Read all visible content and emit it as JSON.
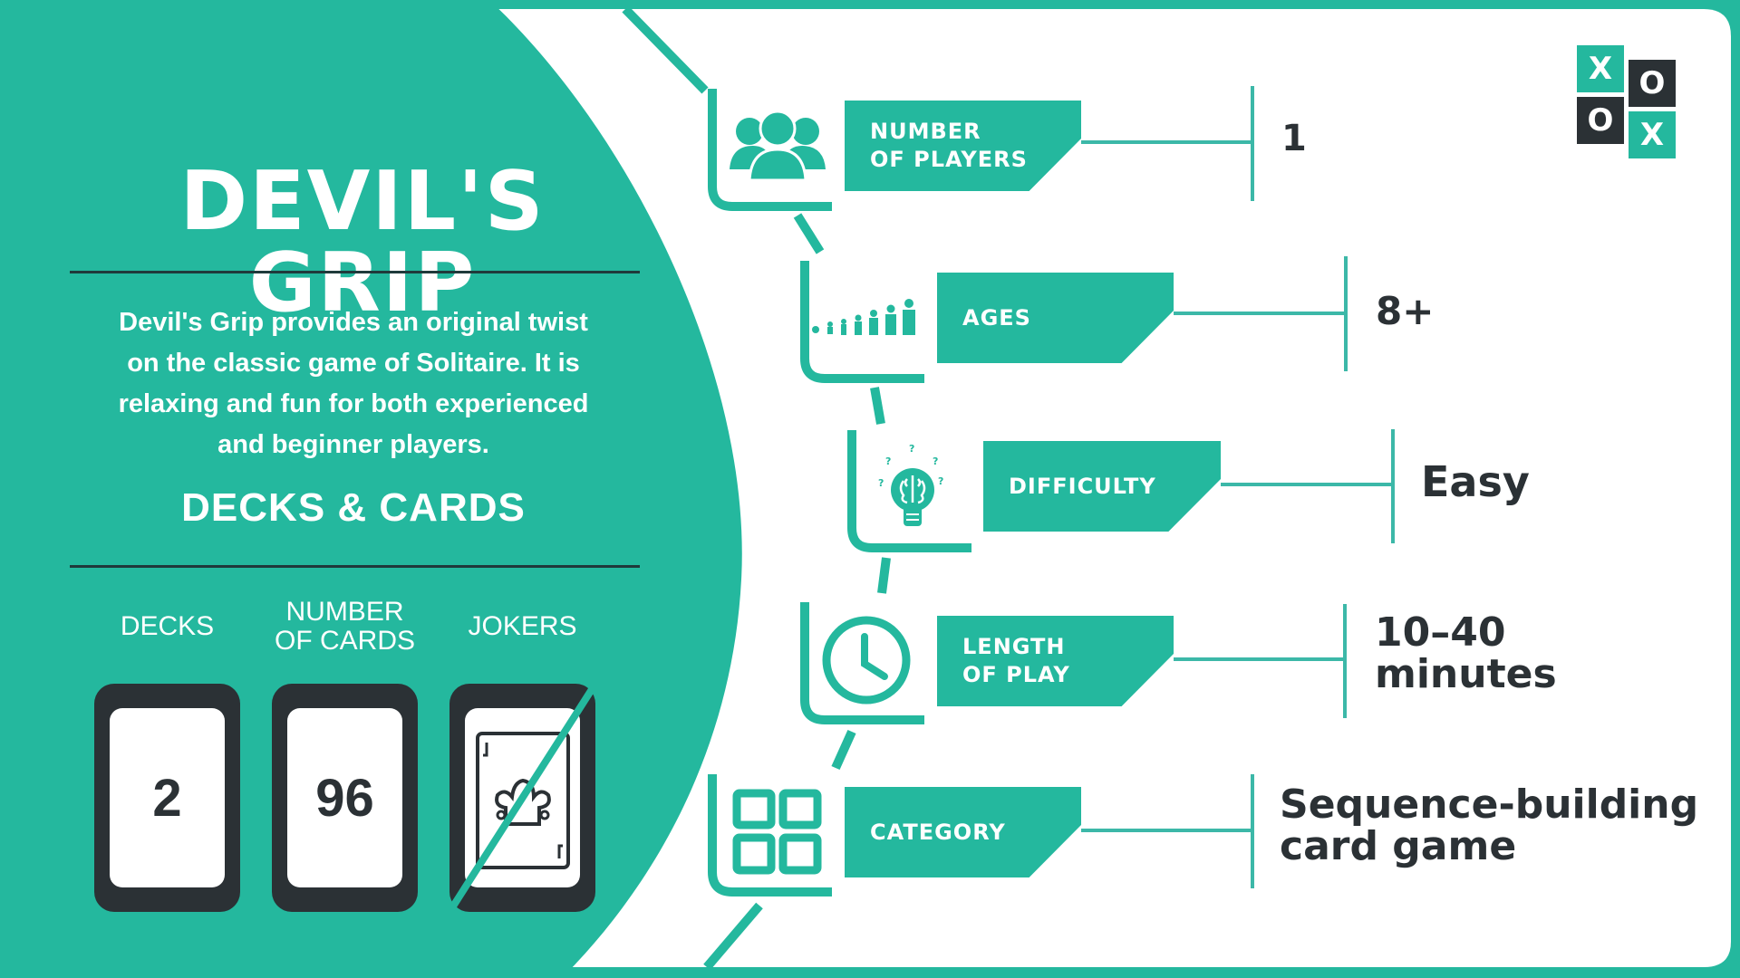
{
  "colors": {
    "teal": "#24b89e",
    "dark": "#2b3135",
    "white": "#ffffff",
    "line": "#3cb8a8"
  },
  "header": {
    "title": "DEVIL'S GRIP"
  },
  "description": {
    "lines": [
      "Devil's Grip provides an original twist",
      "on the classic game of Solitaire. It is",
      "relaxing and fun for both experienced",
      "and beginner players."
    ]
  },
  "decks_section": {
    "heading": "DECKS & CARDS",
    "columns": [
      {
        "label_line1": "DECKS",
        "label_line2": "",
        "value": "2",
        "icon": "number-card"
      },
      {
        "label_line1": "NUMBER",
        "label_line2": "OF CARDS",
        "value": "96",
        "icon": "number-card"
      },
      {
        "label_line1": "JOKERS",
        "label_line2": "",
        "value": "",
        "icon": "joker-card-crossed-out-icon"
      }
    ]
  },
  "logo": {
    "cells": [
      "X",
      "O",
      "O",
      "X"
    ]
  },
  "rows": [
    {
      "label_line1": "NUMBER",
      "label_line2": "OF PLAYERS",
      "value_line1": "1",
      "value_line2": "",
      "icon": "players-group-icon"
    },
    {
      "label_line1": "AGES",
      "label_line2": "",
      "value_line1": "8+",
      "value_line2": "",
      "icon": "age-growth-icon"
    },
    {
      "label_line1": "DIFFICULTY",
      "label_line2": "",
      "value_line1": "Easy",
      "value_line2": "",
      "icon": "lightbulb-brain-icon"
    },
    {
      "label_line1": "LENGTH",
      "label_line2": "OF PLAY",
      "value_line1": "10–40",
      "value_line2": "minutes",
      "icon": "clock-icon"
    },
    {
      "label_line1": "CATEGORY",
      "label_line2": "",
      "value_line1": "Sequence-building",
      "value_line2": "card game",
      "icon": "category-grid-icon"
    }
  ]
}
